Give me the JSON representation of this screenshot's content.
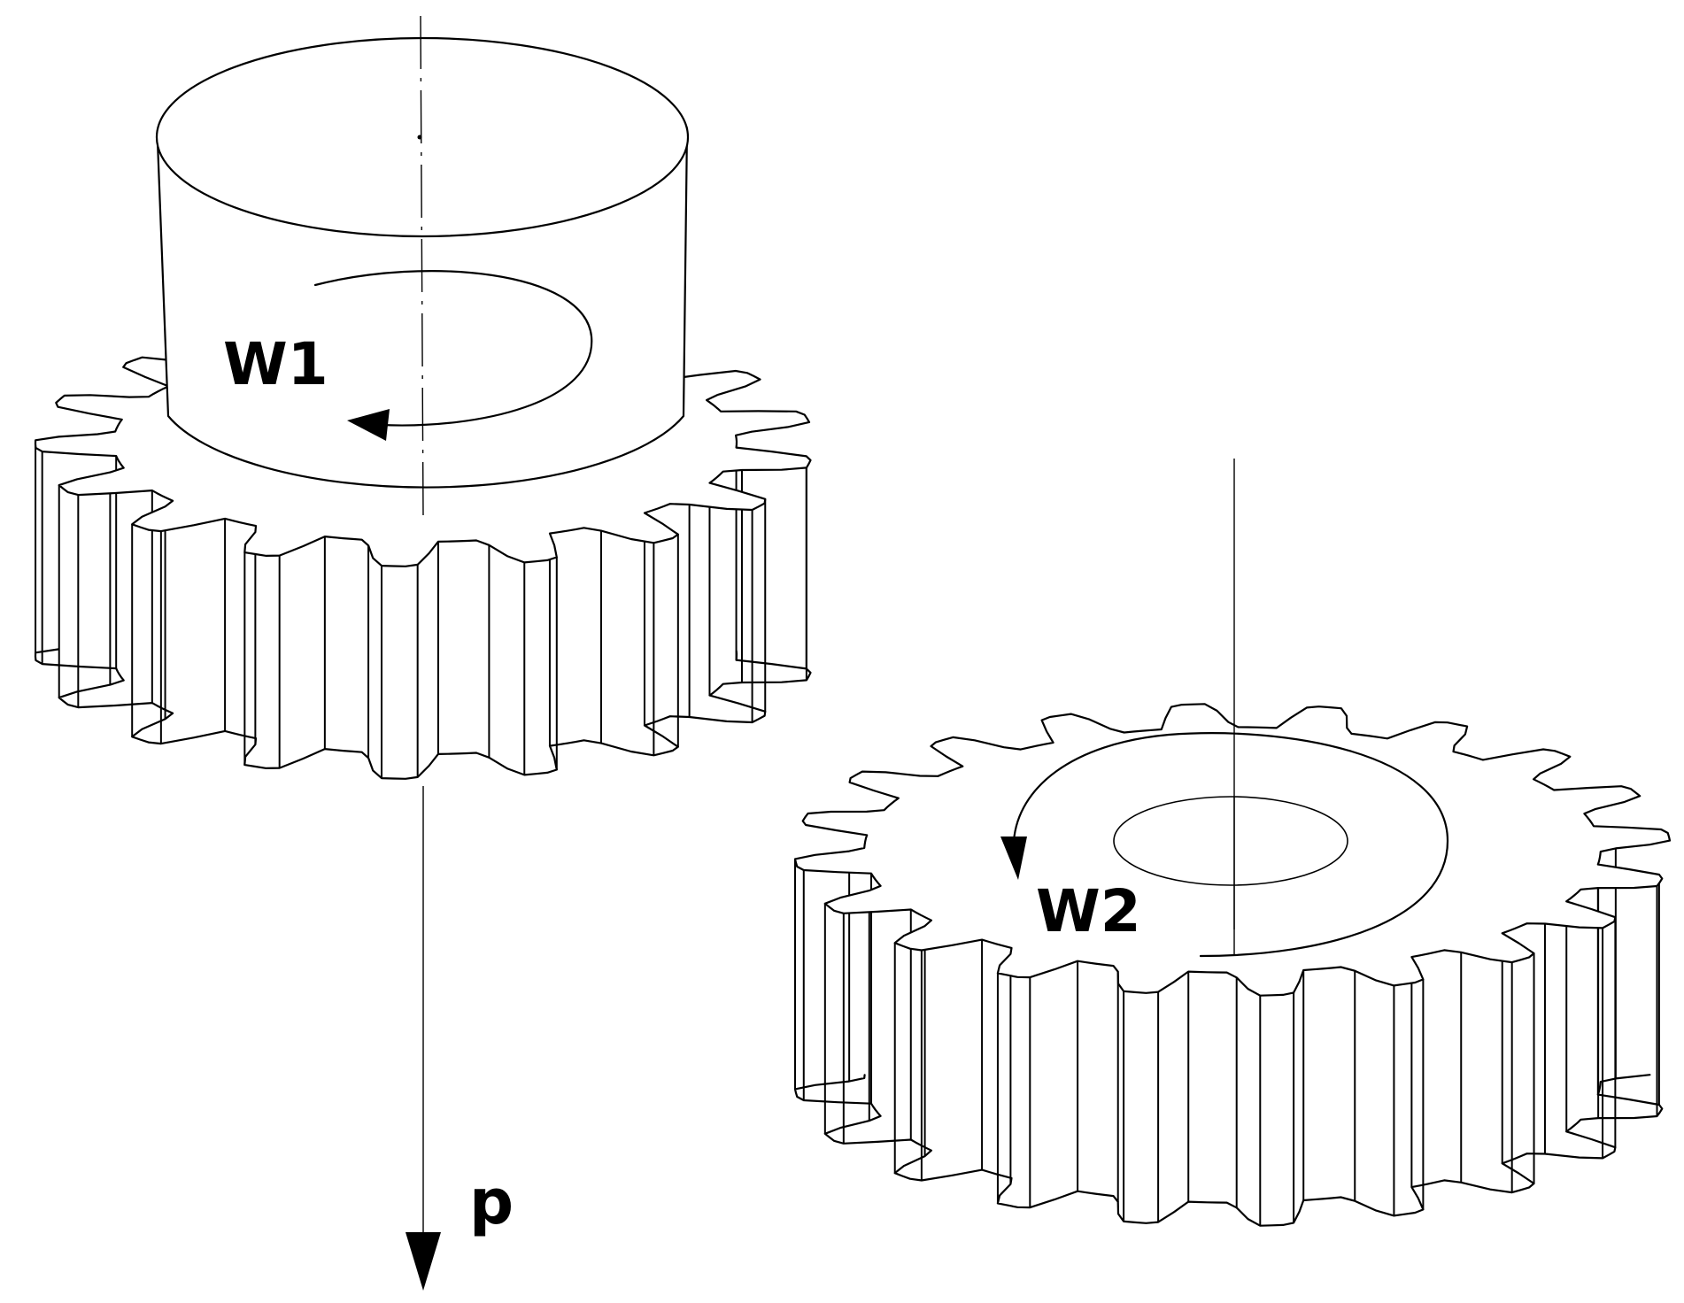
{
  "labels": {
    "w1": "W1",
    "w2": "W2",
    "p": "p"
  },
  "icons": {
    "left_gear": "spur-gear-with-hub-icon",
    "right_gear": "spur-gear-with-bore-icon",
    "w1_arrow": "rotation-arrow-icon",
    "w2_arrow": "rotation-arrow-icon",
    "p_arrow": "force-arrow-down-icon"
  },
  "colors": {
    "line": "#000000",
    "background": "#ffffff"
  },
  "gears": {
    "left": {
      "teeth": 17
    },
    "right": {
      "teeth": 20
    }
  }
}
